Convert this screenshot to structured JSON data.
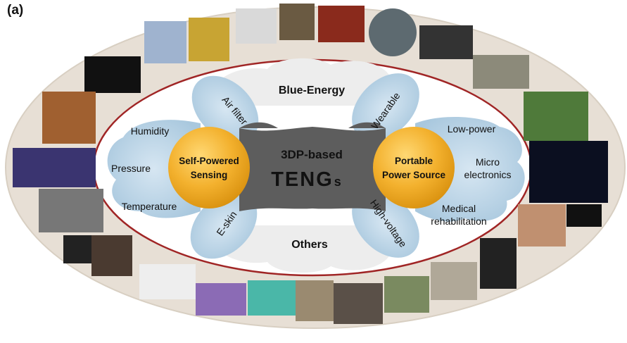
{
  "panel_label": "(a)",
  "center": {
    "line1": "3DP-based",
    "line2": "TENG",
    "line2_suffix": "s"
  },
  "top_label": "Blue-Energy",
  "bottom_label": "Others",
  "left_hub": {
    "line1": "Self-Powered",
    "line2": "Sensing"
  },
  "right_hub": {
    "line1": "Portable",
    "line2": "Power Source"
  },
  "left_petals": {
    "upper": "Air filter",
    "lower": "E-skin"
  },
  "right_petals": {
    "upper": "Wearable",
    "lower": "High-voltage"
  },
  "left_items": {
    "humidity": "Humidity",
    "pressure": "Pressure",
    "temperature": "Temperature"
  },
  "right_items": {
    "low_power": "Low-power",
    "micro_1": "Micro",
    "micro_2": "electronics",
    "medical_1": "Medical",
    "medical_2": "rehabilitation"
  },
  "colors": {
    "outer_ring": "#e8e0d6",
    "ellipse_border": "#a02525",
    "petal_blue": "#b9d4e6",
    "hub_orange": "#f0a820",
    "center_gray": "#5e5e5e",
    "cloud": "#eeeeee"
  }
}
